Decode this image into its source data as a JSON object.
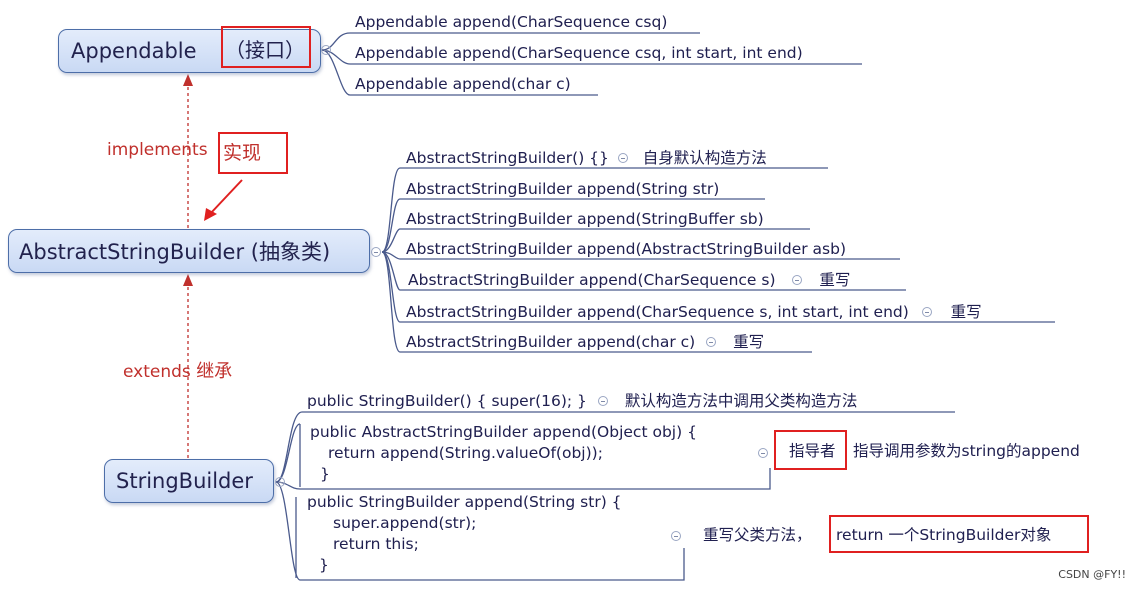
{
  "appendable": {
    "name": "Appendable",
    "tag": "（接口）",
    "methods": [
      "Appendable append(CharSequence csq)",
      "Appendable append(CharSequence csq, int start, int end)",
      "Appendable append(char c)"
    ]
  },
  "implements_label": {
    "en": "implements",
    "cn": "实现"
  },
  "asb": {
    "name": "AbstractStringBuilder (抽象类)",
    "methods": [
      {
        "sig": "AbstractStringBuilder() {}",
        "note": "自身默认构造方法"
      },
      {
        "sig": "AbstractStringBuilder append(String str)",
        "note": ""
      },
      {
        "sig": "AbstractStringBuilder append(StringBuffer sb)",
        "note": ""
      },
      {
        "sig": "AbstractStringBuilder append(AbstractStringBuilder asb)",
        "note": ""
      },
      {
        "sig": "AbstractStringBuilder append(CharSequence s)",
        "note": "重写"
      },
      {
        "sig": "AbstractStringBuilder append(CharSequence s, int start, int end)",
        "note": "重写"
      },
      {
        "sig": "AbstractStringBuilder append(char c)",
        "note": "重写"
      }
    ]
  },
  "extends_label": {
    "en": "extends",
    "cn": "继承"
  },
  "sb": {
    "name": "StringBuilder",
    "ctor": {
      "sig": "public StringBuilder() { super(16); }",
      "note": "默认构造方法中调用父类构造方法"
    },
    "m1": {
      "lines": [
        "public AbstractStringBuilder append(Object obj) {",
        "  return append(String.valueOf(obj));",
        "}"
      ],
      "note_boxed": "指导者",
      "note_rest": "指导调用参数为string的append"
    },
    "m2": {
      "lines": [
        "public StringBuilder append(String str) {",
        "  super.append(str);",
        "  return this;",
        "}"
      ],
      "note_pre": "重写父类方法，",
      "note_boxed": "return 一个StringBuilder对象"
    }
  },
  "watermark": "CSDN @FY!!"
}
